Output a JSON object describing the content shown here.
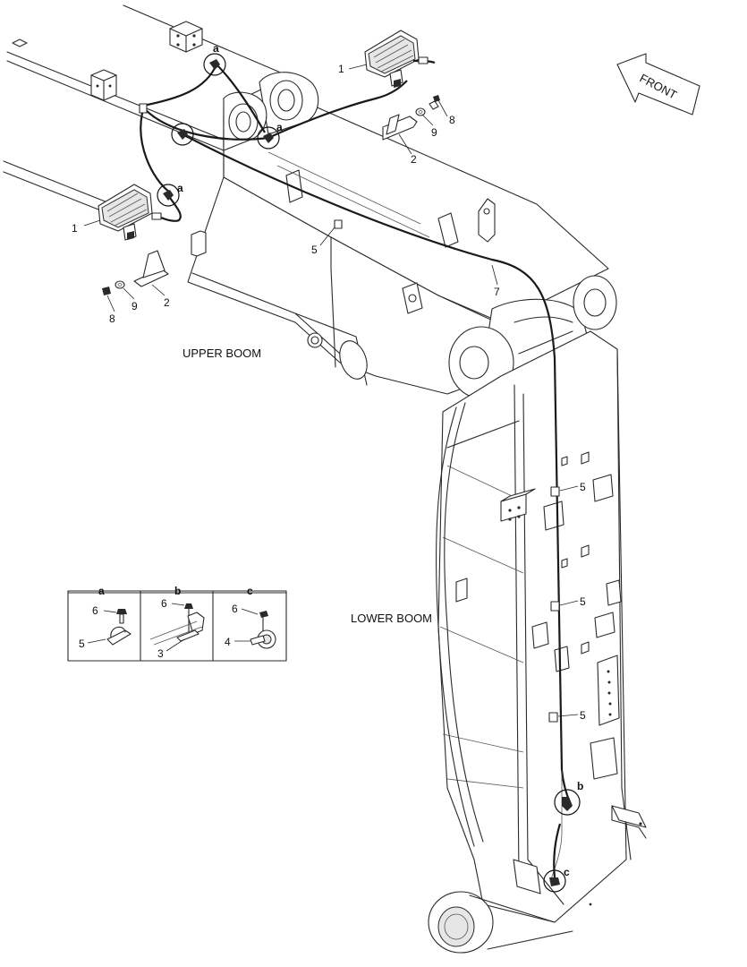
{
  "direction_arrow": {
    "text": "FRONT"
  },
  "section_labels": {
    "upper_boom": "UPPER BOOM",
    "lower_boom": "LOWER BOOM"
  },
  "callouts": {
    "lamp_top": "1",
    "lamp_left": "1",
    "bracket_top": "2",
    "bracket_left": "2",
    "washer_top": "9",
    "washer_left": "9",
    "bolt_top": "8",
    "bolt_left": "8",
    "clip_upper": "5",
    "harness": "7",
    "clip_lower_1": "5",
    "clip_lower_2": "5",
    "clip_lower_3": "5"
  },
  "detail_refs": {
    "a1": "a",
    "a2": "a",
    "a3": "a",
    "b": "b",
    "c": "c"
  },
  "detail_box": {
    "panels": [
      {
        "title": "a",
        "top_part": "6",
        "bottom_part": "5"
      },
      {
        "title": "b",
        "top_part": "6",
        "bottom_part": "3"
      },
      {
        "title": "c",
        "top_part": "6",
        "bottom_part": "4"
      }
    ]
  }
}
